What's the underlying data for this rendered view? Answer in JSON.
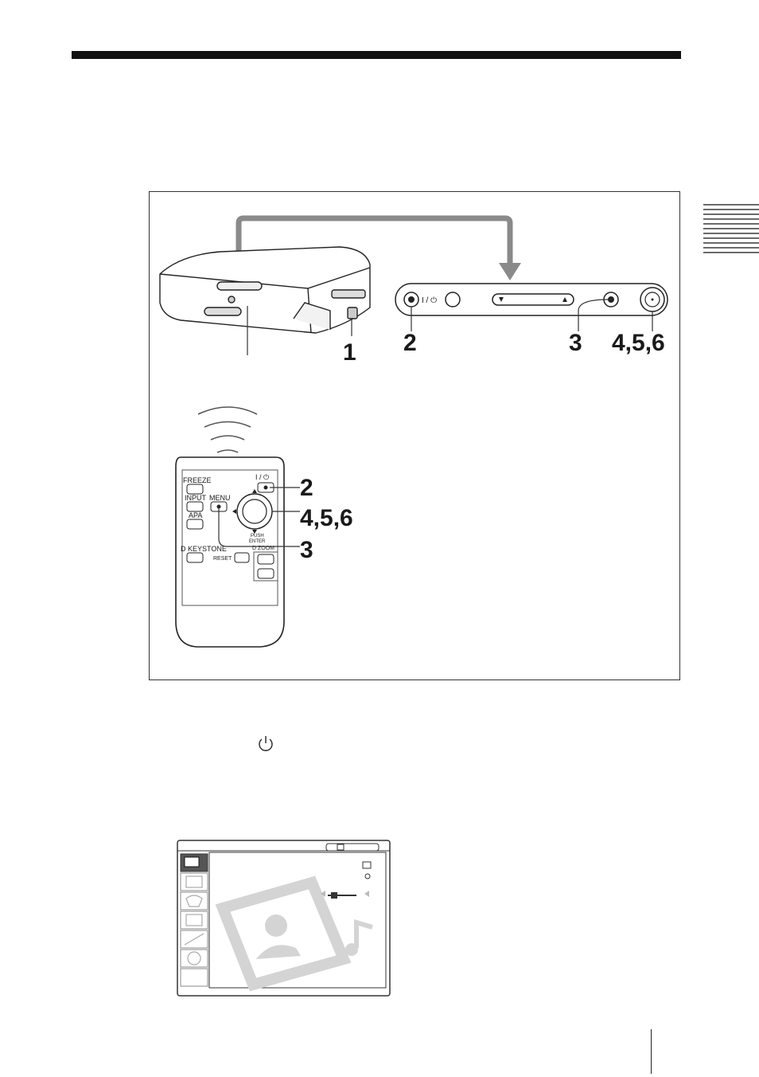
{
  "figure": {
    "callouts": {
      "projector_input_button": "1",
      "panel_power": "2",
      "panel_menu": "3",
      "panel_joystick": "4,5,6",
      "remote_power": "2",
      "remote_joystick": "4,5,6",
      "remote_menu": "3"
    },
    "panel": {
      "power_label": "I / ⏻"
    },
    "remote": {
      "freeze_label": "FREEZE",
      "input_label": "INPUT",
      "apa_label": "APA",
      "menu_label": "MENU",
      "power_label": "I / ⏻",
      "push_label": "PUSH",
      "enter_label": "ENTER",
      "dkeystone_label": "D KEYSTONE",
      "reset_label": "RESET",
      "dzoom_label": "D ZOOM"
    }
  },
  "menu_screen": {
    "icons": [
      "picture-icon",
      "input-icon",
      "setup-icon",
      "menu-settings-icon",
      "installation-icon",
      "information-icon"
    ]
  },
  "colors": {
    "arrow": "#8a8a8a",
    "rule": "#111111",
    "menu_selected": "#555555",
    "watermark": "#d4d4d4"
  }
}
